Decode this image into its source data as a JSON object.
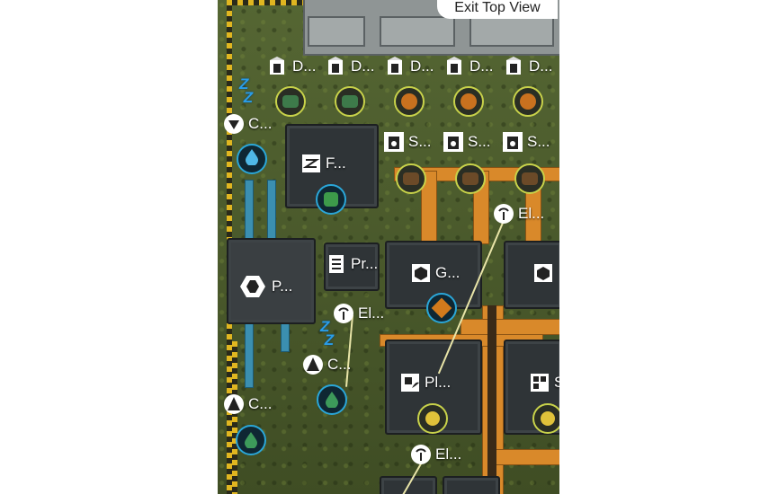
{
  "exit_button": {
    "label": "Exit Top View"
  },
  "drill_tags": [
    "D...",
    "D...",
    "D...",
    "D...",
    "D..."
  ],
  "smelter_tags": [
    "S...",
    "S...",
    "S..."
  ],
  "labels": {
    "c1": "C...",
    "f": "F...",
    "el1": "El...",
    "pr": "Pr...",
    "g": "G...",
    "p": "P...",
    "el2": "El...",
    "c2": "C...",
    "c3": "C...",
    "pl": "Pl...",
    "s4": "S",
    "el3": "El..."
  },
  "colors": {
    "ground": "#4a5a2c",
    "belt": "#d9892a",
    "pipe": "#3b8fb0",
    "building": "#2f3437",
    "hazard": "#e0b620"
  },
  "icons": [
    "drill-icon",
    "smelter-icon",
    "electric-pole-icon",
    "water-drop-icon",
    "sleep-icon",
    "gear-icon",
    "power-icon",
    "plant-icon",
    "crate-icon"
  ]
}
